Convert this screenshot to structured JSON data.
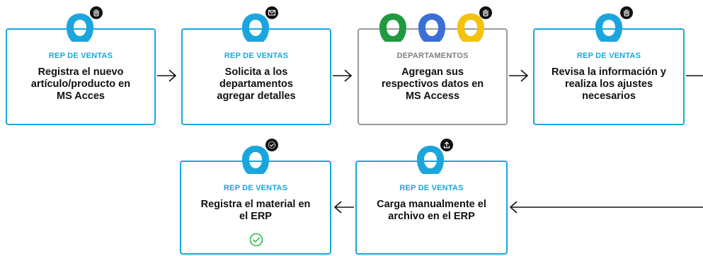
{
  "colors": {
    "accent": "#1aa6dd",
    "role_blue": "#1aa6dd",
    "role_gray": "#7f7f7f",
    "border_gray": "#9a9a9a",
    "person_blue": "#1aa6dd",
    "person_green": "#1f9a3e",
    "person_royal": "#3b6fd6",
    "person_yellow": "#f4c20d",
    "check_green": "#2fb84a",
    "badge_bg": "#111111",
    "text": "#111111"
  },
  "steps": [
    {
      "role": "REP DE VENTAS",
      "desc": [
        "Registra el nuevo",
        "artículo/producto en",
        "MS Acces"
      ],
      "badge_icon": "hand-icon"
    },
    {
      "role": "REP DE VENTAS",
      "desc": [
        "Solicita a los",
        "departamentos",
        "agregar detalles"
      ],
      "badge_icon": "mail-icon"
    },
    {
      "role": "DEPARTAMENTOS",
      "desc": [
        "Agregan sus",
        "respectivos datos en",
        "MS Access"
      ],
      "badge_icon": "hand-icon"
    },
    {
      "role": "REP DE VENTAS",
      "desc": [
        "Revisa la información y",
        "realiza los ajustes",
        "necesarios"
      ],
      "badge_icon": "hand-icon"
    },
    {
      "role": "REP DE VENTAS",
      "desc": [
        "Carga manualmente el",
        "archivo en el ERP"
      ],
      "badge_icon": "upload-icon"
    },
    {
      "role": "REP DE VENTAS",
      "desc": [
        "Registra el material en",
        "el ERP"
      ],
      "badge_icon": "check-badge-icon",
      "status_icon": "check-circle-icon"
    }
  ]
}
